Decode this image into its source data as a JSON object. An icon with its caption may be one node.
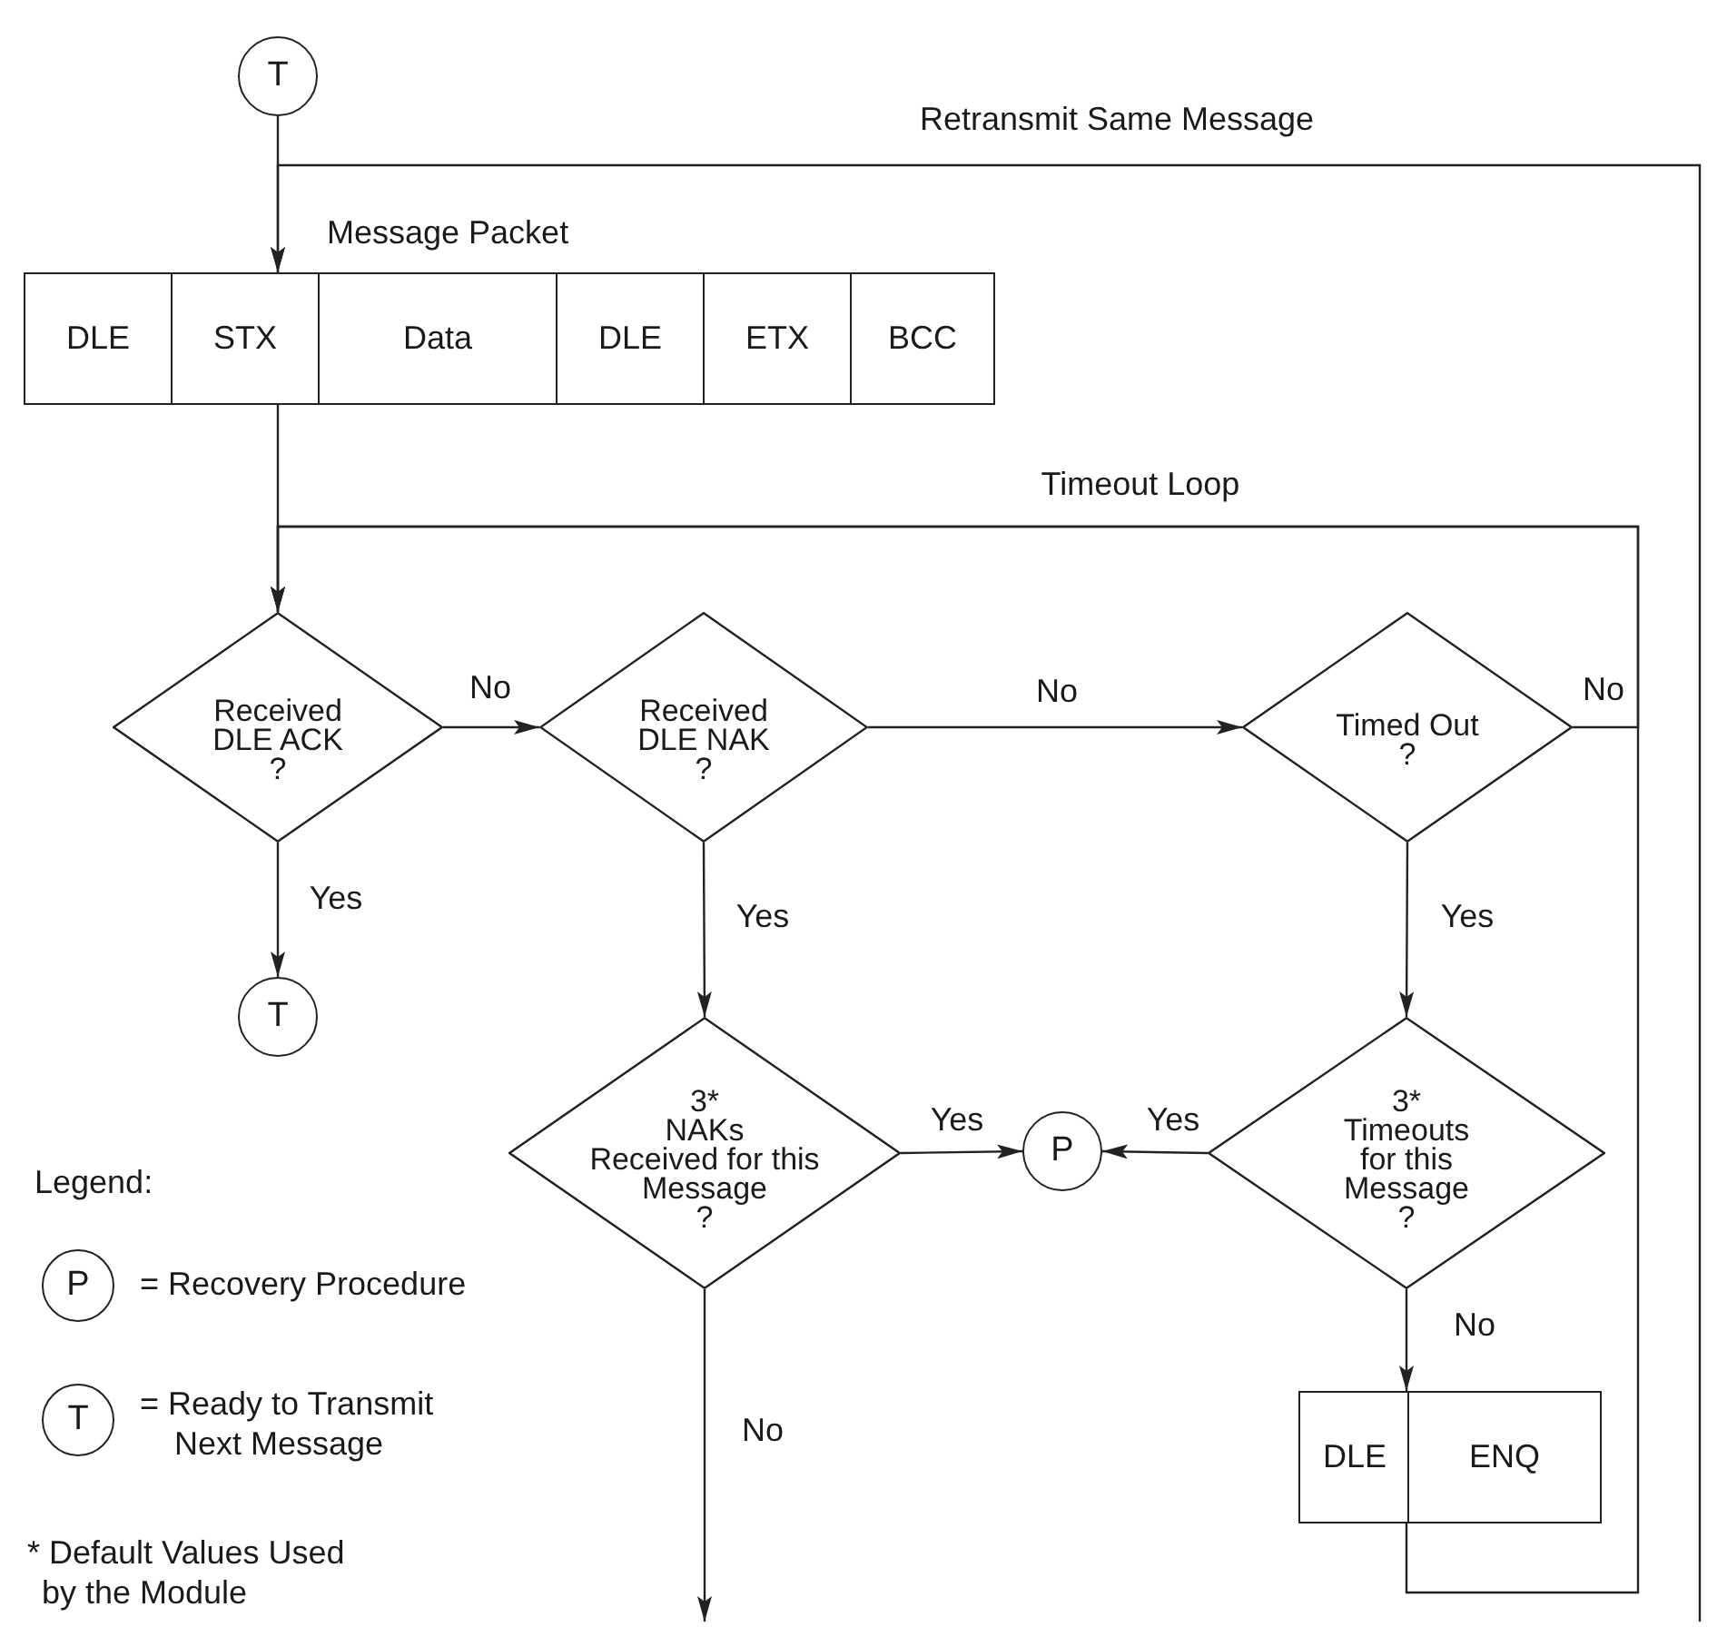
{
  "diagram": {
    "nodes": [
      {
        "text": [
          "T"
        ]
      },
      {
        "text": [
          "Message Packet"
        ]
      },
      {
        "text": [
          "DLE"
        ],
        "in": 1
      },
      {
        "text": [
          "STX"
        ],
        "in": 1
      },
      {
        "text": [
          "Data"
        ],
        "in": 1
      },
      {
        "text": [
          "DLE"
        ],
        "in": 1
      },
      {
        "text": [
          "ETX"
        ],
        "in": 1
      },
      {
        "text": [
          "BCC"
        ],
        "in": 1
      },
      {
        "text": [
          "Received DLE ACK",
          "?"
        ]
      },
      {
        "text": [
          "Received DLE NAK",
          "?"
        ]
      },
      {
        "text": [
          "Timed Out",
          "?"
        ]
      },
      {
        "text": [
          "T"
        ]
      },
      {
        "text": [
          "3*",
          "NAKs Received for this Message",
          "?"
        ]
      },
      {
        "text": [
          "P"
        ]
      },
      {
        "text": [
          "3*",
          "Timeouts for this Message",
          "?"
        ]
      },
      {
        "text": [],
        "shape": "box"
      },
      {
        "text": [
          "DLE"
        ],
        "in": 15
      },
      {
        "text": [
          "ENQ"
        ],
        "in": 15
      }
    ],
    "edges": [
      {
        "from": 0,
        "to": 1,
        "arrow": "to"
      },
      {
        "from": 1,
        "to": 8,
        "arrow": "to"
      },
      {
        "from": 8,
        "to": 9,
        "arrow": "to",
        "label": "No"
      },
      {
        "from": 9,
        "to": 10,
        "arrow": "to",
        "label": "No"
      },
      {
        "from": 10,
        "to": 8,
        "arrow": "to",
        "label": "No"
      },
      {
        "from": 8,
        "to": 11,
        "arrow": "to",
        "label": "Yes"
      },
      {
        "from": 9,
        "to": 12,
        "arrow": "to",
        "label": "Yes"
      },
      {
        "from": 10,
        "to": 14,
        "arrow": "to",
        "label": "Yes"
      },
      {
        "from": 12,
        "to": 13,
        "arrow": "to",
        "label": "Yes"
      },
      {
        "from": 14,
        "to": 13,
        "arrow": "to",
        "label": "Yes"
      },
      {
        "from": 14,
        "to": 15,
        "arrow": "to",
        "label": "No"
      },
      {
        "from": 15,
        "to": 8,
        "arrow": "to",
        "label": "Timeout Loop"
      },
      {
        "from": 12,
        "to": null,
        "arrow": "to",
        "label": "No"
      },
      {
        "from": null,
        "to": 1,
        "arrow": "to",
        "label": "Retransmit Same Message"
      }
    ],
    "labels": [
      "Legend:",
      "P",
      "= Recovery Procedure",
      "T",
      "= Ready to Transmit Next Message",
      "* Default Values Used by the Module"
    ]
  }
}
